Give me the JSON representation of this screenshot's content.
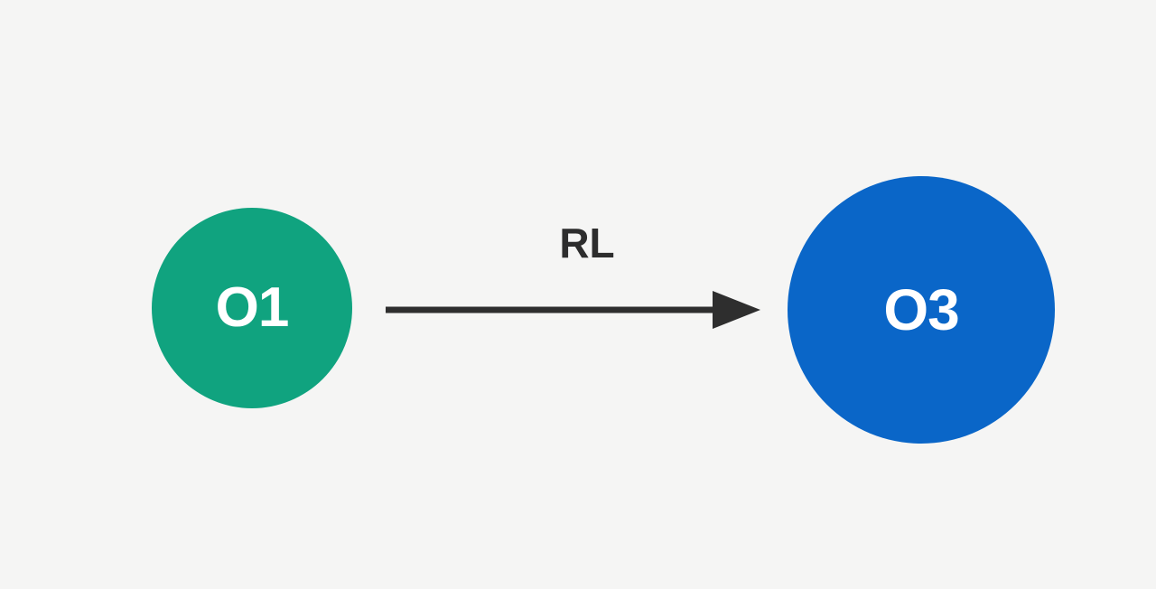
{
  "diagram": {
    "background_color": "#f5f5f4",
    "nodes": [
      {
        "id": "O1",
        "label": "O1",
        "fill": "#10a37f",
        "text_color": "#ffffff",
        "relative_size": "small"
      },
      {
        "id": "O3",
        "label": "O3",
        "fill": "#0a66c8",
        "text_color": "#ffffff",
        "relative_size": "large"
      }
    ],
    "edge": {
      "label": "RL",
      "from": "O1",
      "to": "O3",
      "direction": "right",
      "color": "#2e2e2e",
      "label_color": "#2d2d2d"
    }
  }
}
